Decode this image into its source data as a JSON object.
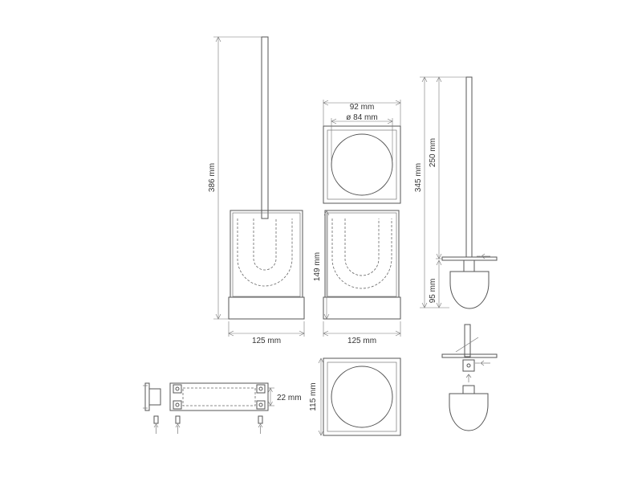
{
  "dimensions": {
    "height_total": "386 mm",
    "base_width_left": "125 mm",
    "top_outer": "92 mm",
    "top_inner": "ø 84 mm",
    "glass_height": "149 mm",
    "base_width_right": "125 mm",
    "brush_total": "345 mm",
    "brush_handle": "250 mm",
    "brush_head": "95 mm",
    "bottom_depth": "115 mm",
    "mount_depth": "22 mm"
  },
  "colors": {
    "line": "#555555",
    "text": "#333333",
    "background": "#ffffff"
  }
}
